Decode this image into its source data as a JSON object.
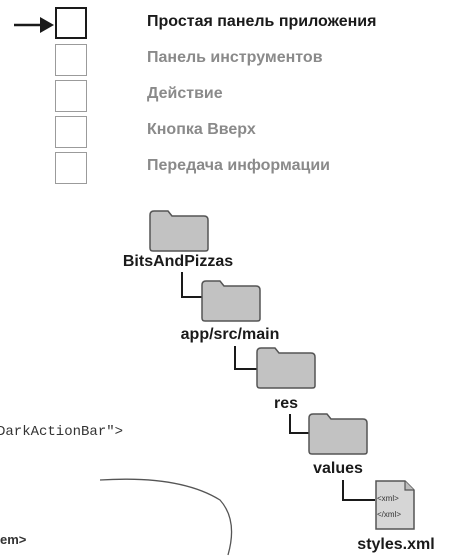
{
  "steps": [
    {
      "label": "Простая панель приложения",
      "active": true
    },
    {
      "label": "Панель инструментов",
      "active": false
    },
    {
      "label": "Действие",
      "active": false
    },
    {
      "label": "Кнопка Вверх",
      "active": false
    },
    {
      "label": "Передача информации",
      "active": false
    }
  ],
  "tree": {
    "root": "BitsAndPizzas",
    "app": "app/src/main",
    "res": "res",
    "values": "values",
    "file": "styles.xml",
    "file_icon_line1": "<xml>",
    "file_icon_line2": "</xml>"
  },
  "code": {
    "fragment1": "DarkActionBar\">",
    "fragment2": "em>"
  },
  "colors": {
    "folder_fill": "#bdbdbd",
    "folder_stroke": "#5a5a5a",
    "active": "#1a1a1a",
    "inactive": "#8a8a8a"
  }
}
